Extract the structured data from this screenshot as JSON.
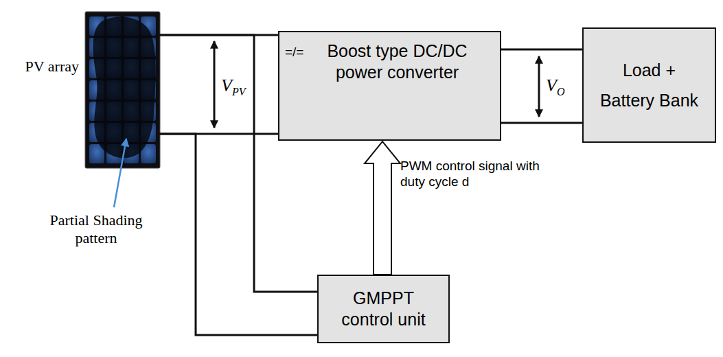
{
  "diagram": {
    "nodes": [
      {
        "text": [
          "PV array"
        ]
      },
      {
        "text": [
          "=/=",
          "Boost type DC/DC power converter"
        ]
      },
      {
        "text": [
          "Load + Battery Bank"
        ]
      },
      {
        "text": [
          "GMPPT control unit"
        ]
      }
    ],
    "edges": [
      {
        "from": 0,
        "to": 1,
        "arrow": "none"
      },
      {
        "from": 0,
        "to": 1,
        "arrow": "none"
      },
      {
        "from": 1,
        "to": 2,
        "arrow": "none"
      },
      {
        "from": 1,
        "to": 2,
        "arrow": "none"
      },
      {
        "from": 0,
        "to": 3,
        "arrow": "none"
      },
      {
        "from": 0,
        "to": 3,
        "arrow": "none"
      },
      {
        "from": 3,
        "to": 1,
        "arrow": "to",
        "label": "PWM control signal with duty cycle d"
      }
    ],
    "labels": [
      "VPV",
      "VO",
      "Partial Shading pattern"
    ]
  }
}
